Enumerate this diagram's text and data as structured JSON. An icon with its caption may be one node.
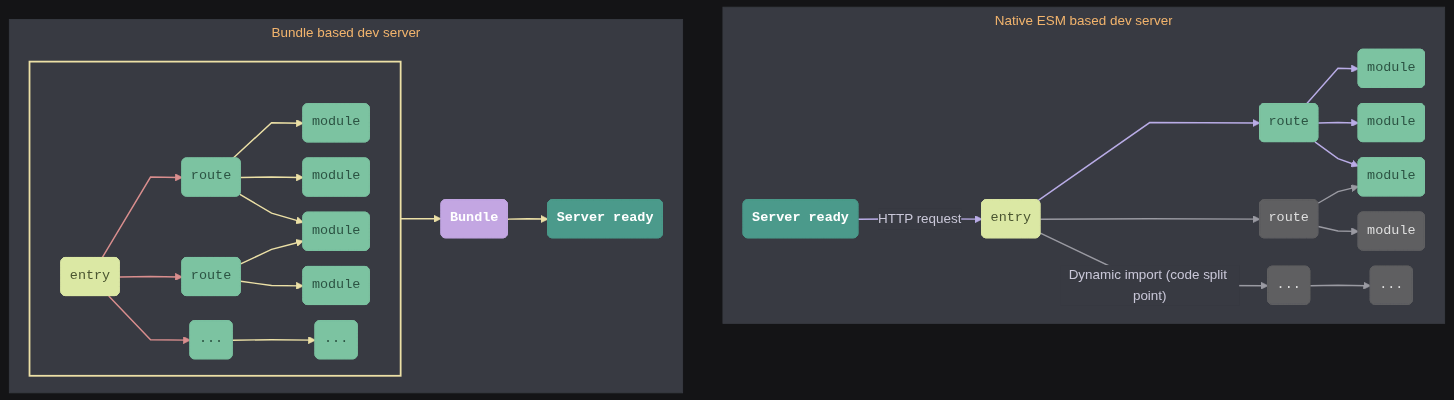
{
  "diagram": {
    "nodes": [
      {
        "text": [
          "Bundle based dev server"
        ]
      },
      {
        "text": [],
        "shape": "box",
        "in": 0
      },
      {
        "text": [
          "entry"
        ],
        "in": 1
      },
      {
        "text": [
          "route"
        ],
        "in": 1
      },
      {
        "text": [
          "route"
        ],
        "in": 1
      },
      {
        "text": [
          "..."
        ],
        "in": 1
      },
      {
        "text": [
          "module"
        ],
        "in": 1
      },
      {
        "text": [
          "module"
        ],
        "in": 1
      },
      {
        "text": [
          "module"
        ],
        "in": 1
      },
      {
        "text": [
          "module"
        ],
        "in": 1
      },
      {
        "text": [
          "..."
        ],
        "in": 1
      },
      {
        "text": [
          "Bundle"
        ],
        "in": 0
      },
      {
        "text": [
          "Server ready"
        ],
        "in": 0
      },
      {
        "text": [
          "Native ESM based dev server"
        ]
      },
      {
        "text": [
          "Server ready"
        ],
        "in": 13
      },
      {
        "text": [
          "entry"
        ],
        "in": 13
      },
      {
        "text": [
          "route"
        ],
        "in": 13
      },
      {
        "text": [
          "route"
        ],
        "in": 13
      },
      {
        "text": [
          "..."
        ],
        "in": 13
      },
      {
        "text": [
          "module"
        ],
        "in": 13
      },
      {
        "text": [
          "module"
        ],
        "in": 13
      },
      {
        "text": [
          "module"
        ],
        "in": 13
      },
      {
        "text": [
          "module"
        ],
        "in": 13
      },
      {
        "text": [
          "..."
        ],
        "in": 13
      }
    ],
    "edges": [
      {
        "from": 2,
        "to": 3,
        "arrow": "to",
        "color": "#d98e8e"
      },
      {
        "from": 2,
        "to": 4,
        "arrow": "to",
        "color": "#d98e8e"
      },
      {
        "from": 2,
        "to": 5,
        "arrow": "to",
        "color": "#d98e8e"
      },
      {
        "from": 3,
        "to": 6,
        "arrow": "to"
      },
      {
        "from": 3,
        "to": 7,
        "arrow": "to"
      },
      {
        "from": 3,
        "to": 8,
        "arrow": "to"
      },
      {
        "from": 4,
        "to": 8,
        "arrow": "to"
      },
      {
        "from": 4,
        "to": 9,
        "arrow": "to"
      },
      {
        "from": 5,
        "to": 10,
        "arrow": "to"
      },
      {
        "from": 1,
        "to": 11,
        "arrow": "to"
      },
      {
        "from": 11,
        "to": 12,
        "arrow": "to"
      },
      {
        "from": 14,
        "to": 15,
        "arrow": "to",
        "label": "HTTP request",
        "color": "#b9ace6"
      },
      {
        "from": 15,
        "to": 16,
        "arrow": "to",
        "color": "#b9ace6"
      },
      {
        "from": 15,
        "to": 17,
        "arrow": "to",
        "color": "#9a9aa2"
      },
      {
        "from": 15,
        "to": 18,
        "arrow": "to",
        "label": "Dynamic import (code split point)",
        "color": "#9a9aa2"
      },
      {
        "from": 16,
        "to": 19,
        "arrow": "to",
        "color": "#b9ace6"
      },
      {
        "from": 16,
        "to": 20,
        "arrow": "to",
        "color": "#b9ace6"
      },
      {
        "from": 16,
        "to": 21,
        "arrow": "to",
        "color": "#b9ace6"
      },
      {
        "from": 17,
        "to": 21,
        "arrow": "to",
        "color": "#9a9aa2"
      },
      {
        "from": 17,
        "to": 22,
        "arrow": "to",
        "color": "#9a9aa2"
      },
      {
        "from": 18,
        "to": 23,
        "arrow": "to",
        "color": "#9a9aa2"
      }
    ]
  }
}
